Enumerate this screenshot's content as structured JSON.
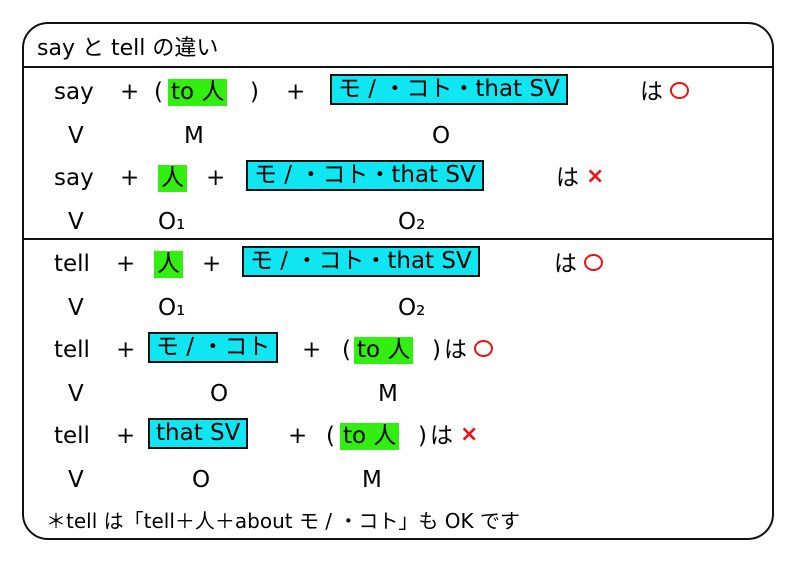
{
  "title": "say と tell の違い",
  "rows": [
    {
      "pre": "say",
      "op1": "+",
      "paren_open": "(",
      "g1": "to 人",
      "paren_close": ")",
      "op2": "+",
      "box": "モ / ・コト・that SV",
      "ha": "は",
      "mark": "ok"
    },
    {
      "v": "V",
      "a": "M",
      "b": "O"
    },
    {
      "pre": "say",
      "op1": "+",
      "g1": "人",
      "op2": "+",
      "box": "モ / ・コト・that SV",
      "ha": "は",
      "mark": "ng",
      "mark_text": "×"
    },
    {
      "v": "V",
      "a": "O₁",
      "b": "O₂"
    },
    {
      "pre": "tell",
      "op1": "+",
      "g1": "人",
      "op2": "+",
      "box": "モ / ・コト・that SV",
      "ha": "は",
      "mark": "ok"
    },
    {
      "v": "V",
      "a": "O₁",
      "b": "O₂"
    },
    {
      "pre": "tell",
      "op1": "+",
      "box": "モ / ・コト",
      "op2": "+",
      "paren_open": "(",
      "g1": "to 人",
      "paren_close": ")",
      "ha": "は",
      "mark": "ok"
    },
    {
      "v": "V",
      "a": "O",
      "b": "M"
    },
    {
      "pre": "tell",
      "op1": "+",
      "box": "that SV",
      "op2": "+",
      "paren_open": "(",
      "g1": "to 人",
      "paren_close": ")",
      "ha": "は",
      "mark": "ng",
      "mark_text": "×"
    },
    {
      "v": "V",
      "a": "O",
      "b": "M"
    }
  ],
  "note": "＊tell は「tell＋人＋about モ / ・コト」も OK です",
  "colors": {
    "green": "#33ee11",
    "cyan": "#10e6f2",
    "red": "#ee1111"
  }
}
